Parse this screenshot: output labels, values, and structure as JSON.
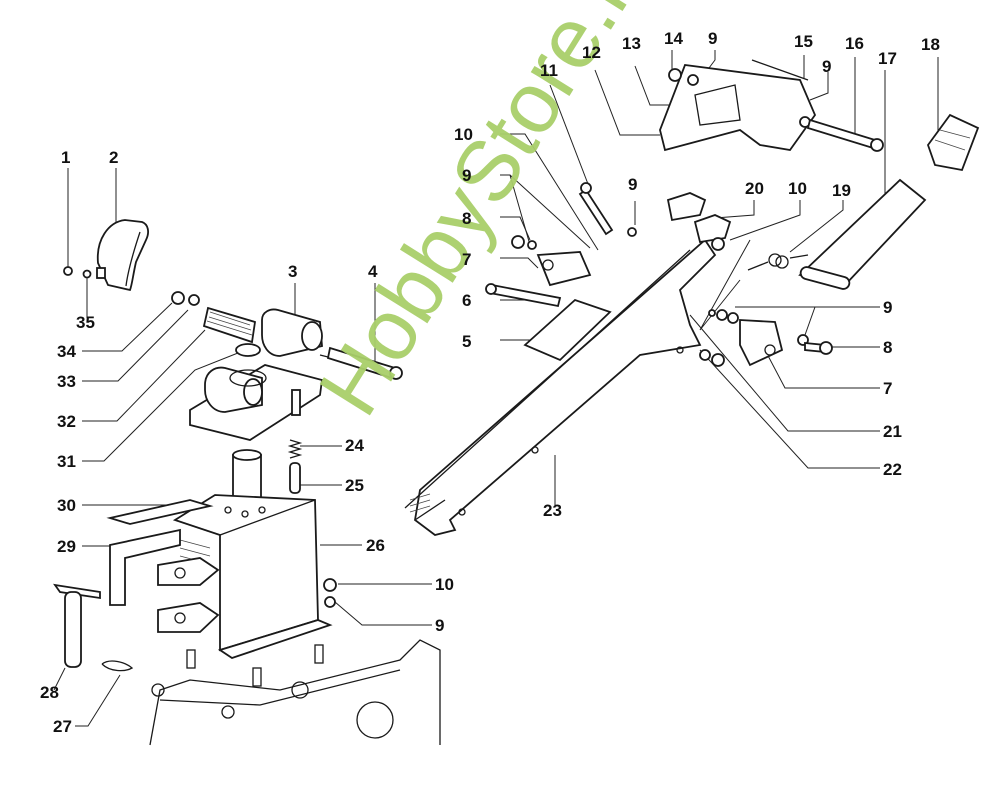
{
  "diagram": {
    "type": "exploded parts diagram",
    "subject": "handlebar / steering column assembly",
    "watermark": {
      "text": "HobbyStore.it",
      "color": "#a9cf6a"
    },
    "labels": [
      {
        "id": "l1",
        "text": "1"
      },
      {
        "id": "l2",
        "text": "2"
      },
      {
        "id": "l3",
        "text": "3"
      },
      {
        "id": "l4",
        "text": "4"
      },
      {
        "id": "l5",
        "text": "5"
      },
      {
        "id": "l6",
        "text": "6"
      },
      {
        "id": "l7a",
        "text": "7"
      },
      {
        "id": "l7b",
        "text": "7"
      },
      {
        "id": "l8a",
        "text": "8"
      },
      {
        "id": "l8b",
        "text": "8"
      },
      {
        "id": "l9a",
        "text": "9"
      },
      {
        "id": "l9b",
        "text": "9"
      },
      {
        "id": "l9c",
        "text": "9"
      },
      {
        "id": "l9d",
        "text": "9"
      },
      {
        "id": "l9e",
        "text": "9"
      },
      {
        "id": "l9f",
        "text": "9"
      },
      {
        "id": "l10a",
        "text": "10"
      },
      {
        "id": "l10b",
        "text": "10"
      },
      {
        "id": "l10c",
        "text": "10"
      },
      {
        "id": "l11",
        "text": "11"
      },
      {
        "id": "l12",
        "text": "12"
      },
      {
        "id": "l13",
        "text": "13"
      },
      {
        "id": "l14",
        "text": "14"
      },
      {
        "id": "l15",
        "text": "15"
      },
      {
        "id": "l16",
        "text": "16"
      },
      {
        "id": "l17",
        "text": "17"
      },
      {
        "id": "l18",
        "text": "18"
      },
      {
        "id": "l19",
        "text": "19"
      },
      {
        "id": "l20",
        "text": "20"
      },
      {
        "id": "l21",
        "text": "21"
      },
      {
        "id": "l22",
        "text": "22"
      },
      {
        "id": "l23",
        "text": "23"
      },
      {
        "id": "l24",
        "text": "24"
      },
      {
        "id": "l25",
        "text": "25"
      },
      {
        "id": "l26",
        "text": "26"
      },
      {
        "id": "l27",
        "text": "27"
      },
      {
        "id": "l28",
        "text": "28"
      },
      {
        "id": "l29",
        "text": "29"
      },
      {
        "id": "l30",
        "text": "30"
      },
      {
        "id": "l31",
        "text": "31"
      },
      {
        "id": "l32",
        "text": "32"
      },
      {
        "id": "l33",
        "text": "33"
      },
      {
        "id": "l34",
        "text": "34"
      },
      {
        "id": "l35",
        "text": "35"
      }
    ]
  }
}
